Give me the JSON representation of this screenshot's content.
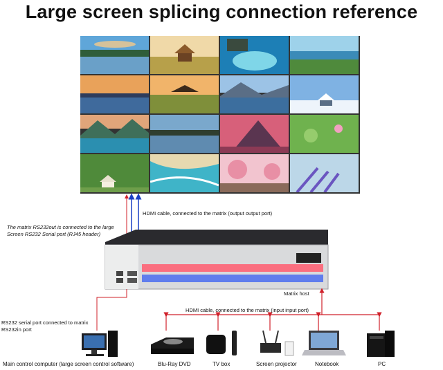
{
  "title": "Large screen splicing connection reference",
  "labels": {
    "hdmi_output": "HDMI cable, connected to the matrix (output output port)",
    "rs232_out_line1": "The matrix RS232out is connected to the large",
    "rs232_out_line2": "Screen RS232  Serial port (RJ45 header)",
    "matrix_host": "Matrix host",
    "hdmi_input": "HDMI cable, connected to the matrix (input input port)",
    "rs232_in_line1": "RS232 serial port connected to matrix",
    "rs232_in_line2": "RS232in port"
  },
  "devices": [
    {
      "name": "Main control computer (large screen control software)",
      "icon": "desktop-computer-icon"
    },
    {
      "name": "Blu-Ray DVD",
      "icon": "bluray-player-icon"
    },
    {
      "name": "TV box",
      "icon": "tv-box-icon"
    },
    {
      "name": "Screen projector",
      "icon": "screen-projector-icon"
    },
    {
      "name": "Notebook",
      "icon": "notebook-icon"
    },
    {
      "name": "PC",
      "icon": "pc-tower-icon"
    }
  ],
  "colors": {
    "output_line": "#1a3fc4",
    "input_line": "#d0202a",
    "output_ports": "#ff5a6e",
    "input_ports": "#4a6cf0"
  }
}
